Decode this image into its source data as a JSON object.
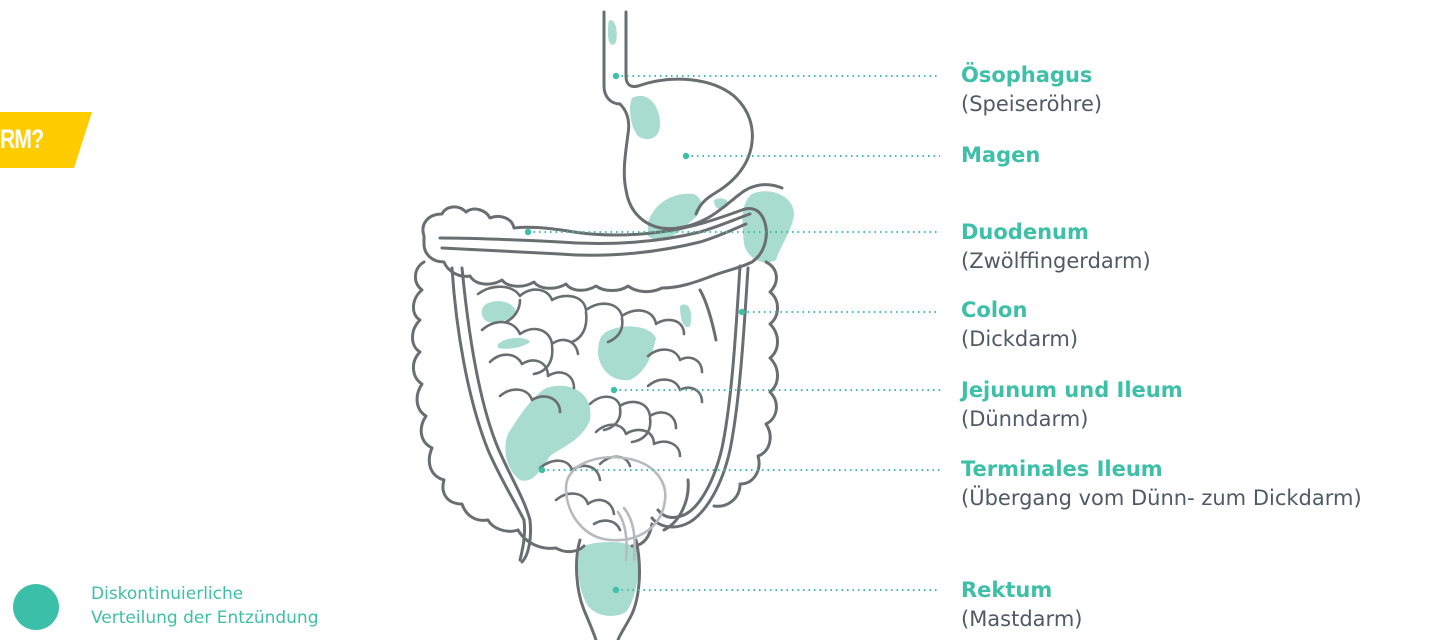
{
  "banner": {
    "text": "RM?",
    "color": "#ffcc00"
  },
  "colors": {
    "accent": "#3dbfa8",
    "outline": "#6b6e70",
    "lesion": "#a8dccf",
    "text": "#505a64"
  },
  "labels": [
    {
      "name": "Ösophagus",
      "sub": "(Speiseröhre)"
    },
    {
      "name": "Magen",
      "sub": ""
    },
    {
      "name": "Duodenum",
      "sub": "(Zwölffingerdarm)"
    },
    {
      "name": "Colon",
      "sub": "(Dickdarm)"
    },
    {
      "name": "Jejunum und Ileum",
      "sub": "(Dünndarm)"
    },
    {
      "name": "Terminales Ileum",
      "sub": "(Übergang vom Dünn- zum Dickdarm)"
    },
    {
      "name": "Rektum",
      "sub": "(Mastdarm)"
    }
  ],
  "legend": {
    "line1": "Diskontinuierliche",
    "line2": "Verteilung der Entzündung"
  }
}
